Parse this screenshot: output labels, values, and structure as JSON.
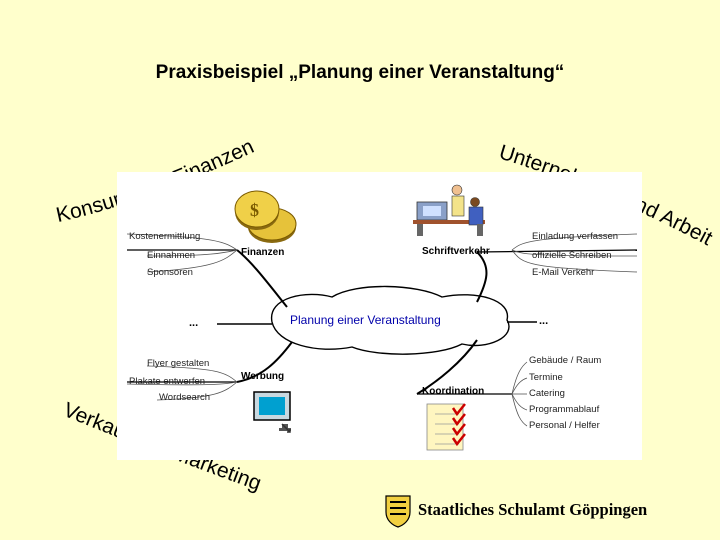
{
  "slide": {
    "title": "Praxisbeispiel „Planung einer Veranstaltung“"
  },
  "arc_labels": {
    "top_left": "Konsum und Finanzen",
    "top_right": "Unternehmen und Arbeit",
    "bottom_left": "Verkauf und Marketing"
  },
  "mindmap": {
    "center": "Planung einer Veranstaltung",
    "left_dots": "...",
    "right_dots": "...",
    "branches": {
      "finanzen": {
        "label": "Finanzen",
        "items": [
          "Kostenermittlung",
          "Einnahmen",
          "Sponsoren"
        ]
      },
      "schriftverkehr": {
        "label": "Schriftverkehr",
        "items": [
          "Einladung verfassen",
          "offizielle Schreiben",
          "E-Mail Verkehr"
        ]
      },
      "werbung": {
        "label": "Werbung",
        "items": [
          "Flyer gestalten",
          "Plakate entwerfen",
          "Wordsearch"
        ]
      },
      "koordination": {
        "label": "Koordination",
        "items": [
          "Gebäude / Raum",
          "Termine",
          "Catering",
          "Programmablauf",
          "Personal / Helfer"
        ]
      }
    },
    "icons": {
      "coins": "coins-icon",
      "office": "office-worker-icon",
      "tv": "television-icon",
      "checklist": "checklist-icon"
    }
  },
  "footer": {
    "institution": "Staatliches Schulamt Göppingen",
    "logo": "coat-of-arms-icon"
  }
}
